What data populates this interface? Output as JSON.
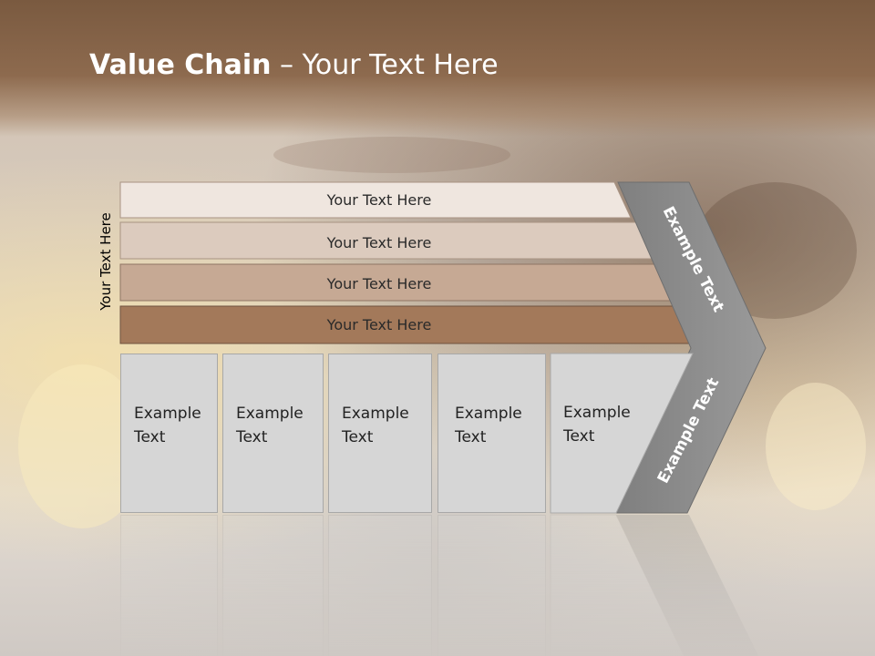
{
  "slide": {
    "title_bold": "Value Chain",
    "title_rest": " – Your Text Here",
    "vertical_label": "Your Text Here",
    "bands": [
      {
        "label": "Your Text Here",
        "color": "#efe6df"
      },
      {
        "label": "Your Text Here",
        "color": "#dccbbe"
      },
      {
        "label": "Your Text Here",
        "color": "#c6a994"
      },
      {
        "label": "Your Text Here",
        "color": "#a3795a"
      }
    ],
    "arrow_top_label": "Example Text",
    "arrow_bottom_label": "Example Text",
    "arrow_color": "#8d8d8d",
    "boxes": [
      {
        "line1": "Example",
        "line2": "Text"
      },
      {
        "line1": "Example",
        "line2": "Text"
      },
      {
        "line1": "Example",
        "line2": "Text"
      },
      {
        "line1": "Example",
        "line2": "Text"
      },
      {
        "line1": "Example",
        "line2": "Text"
      }
    ]
  }
}
